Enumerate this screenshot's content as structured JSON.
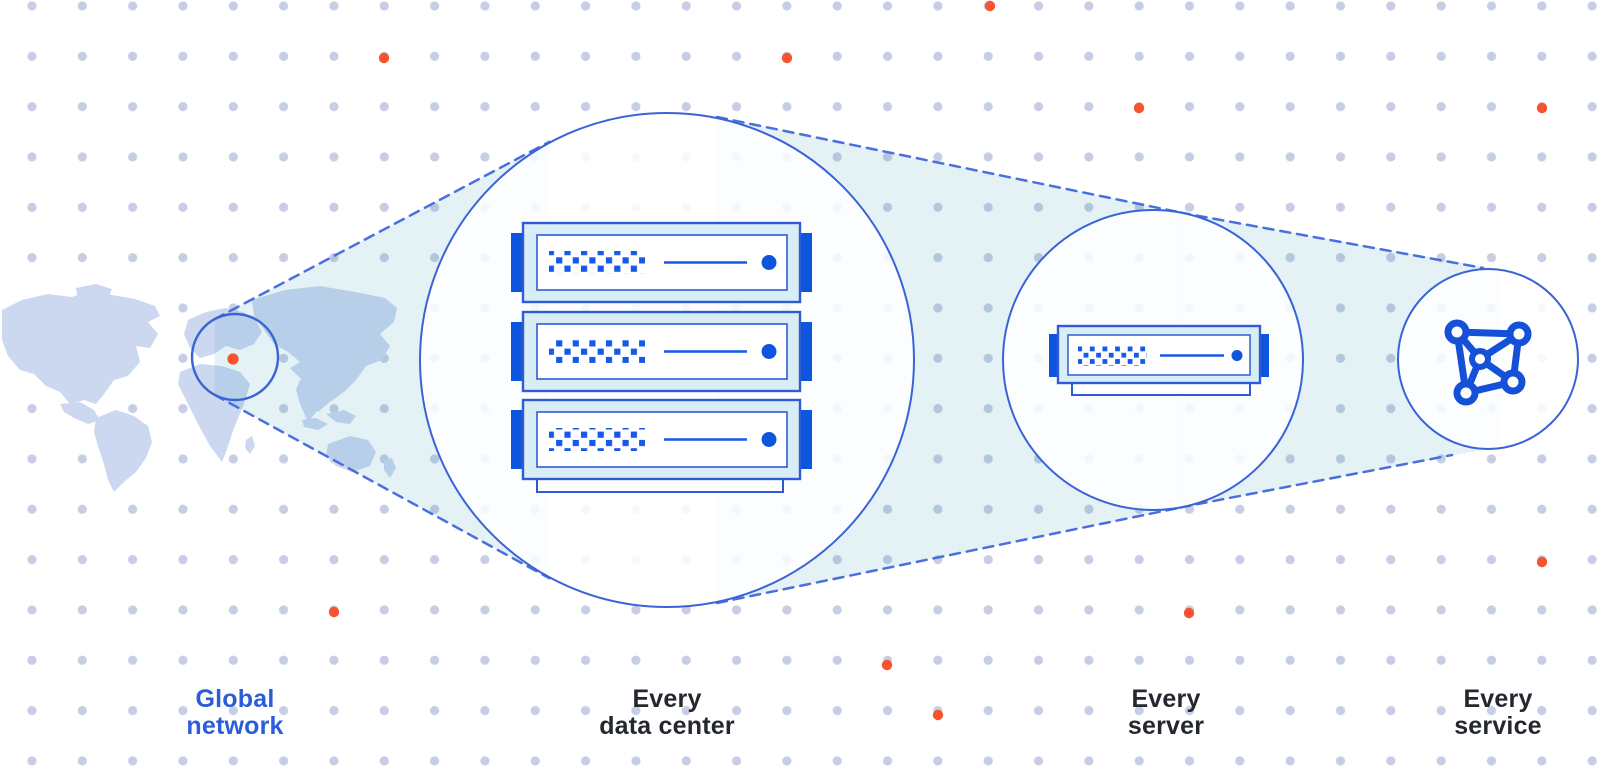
{
  "diagram": {
    "description": "Zoom-out diagram from a global network map to a data center rack, to a single server, to a service network graph",
    "stages": [
      {
        "id": "global-network",
        "label": "Global network",
        "line1": "Global",
        "line2": "network",
        "highlighted": true
      },
      {
        "id": "data-center",
        "label": "Every data center",
        "line1": "Every",
        "line2": "data center",
        "highlighted": false
      },
      {
        "id": "server",
        "label": "Every server",
        "line1": "Every",
        "line2": "server",
        "highlighted": false
      },
      {
        "id": "service",
        "label": "Every service",
        "line1": "Every",
        "line2": "service",
        "highlighted": false
      }
    ],
    "icons": [
      "world-map-icon",
      "server-rack-icon",
      "server-unit-icon",
      "network-graph-icon"
    ],
    "colors": {
      "accent_orange": "#f6532e",
      "solid_blue": "#0d55dd",
      "art_stroke_blue": "#2f5cd6",
      "circle_stroke_blue": "#3a63d6",
      "dashed_line_blue": "#4a6fde",
      "beam_tint": "#e4f3f7",
      "map_fill": "#ccd8f0",
      "grid_dot": "#c6cde4",
      "server_panel_cyan": "#d8edf6",
      "label_blue": "#2b5cd9",
      "label_dark": "#24282e",
      "background": "#ffffff"
    }
  }
}
